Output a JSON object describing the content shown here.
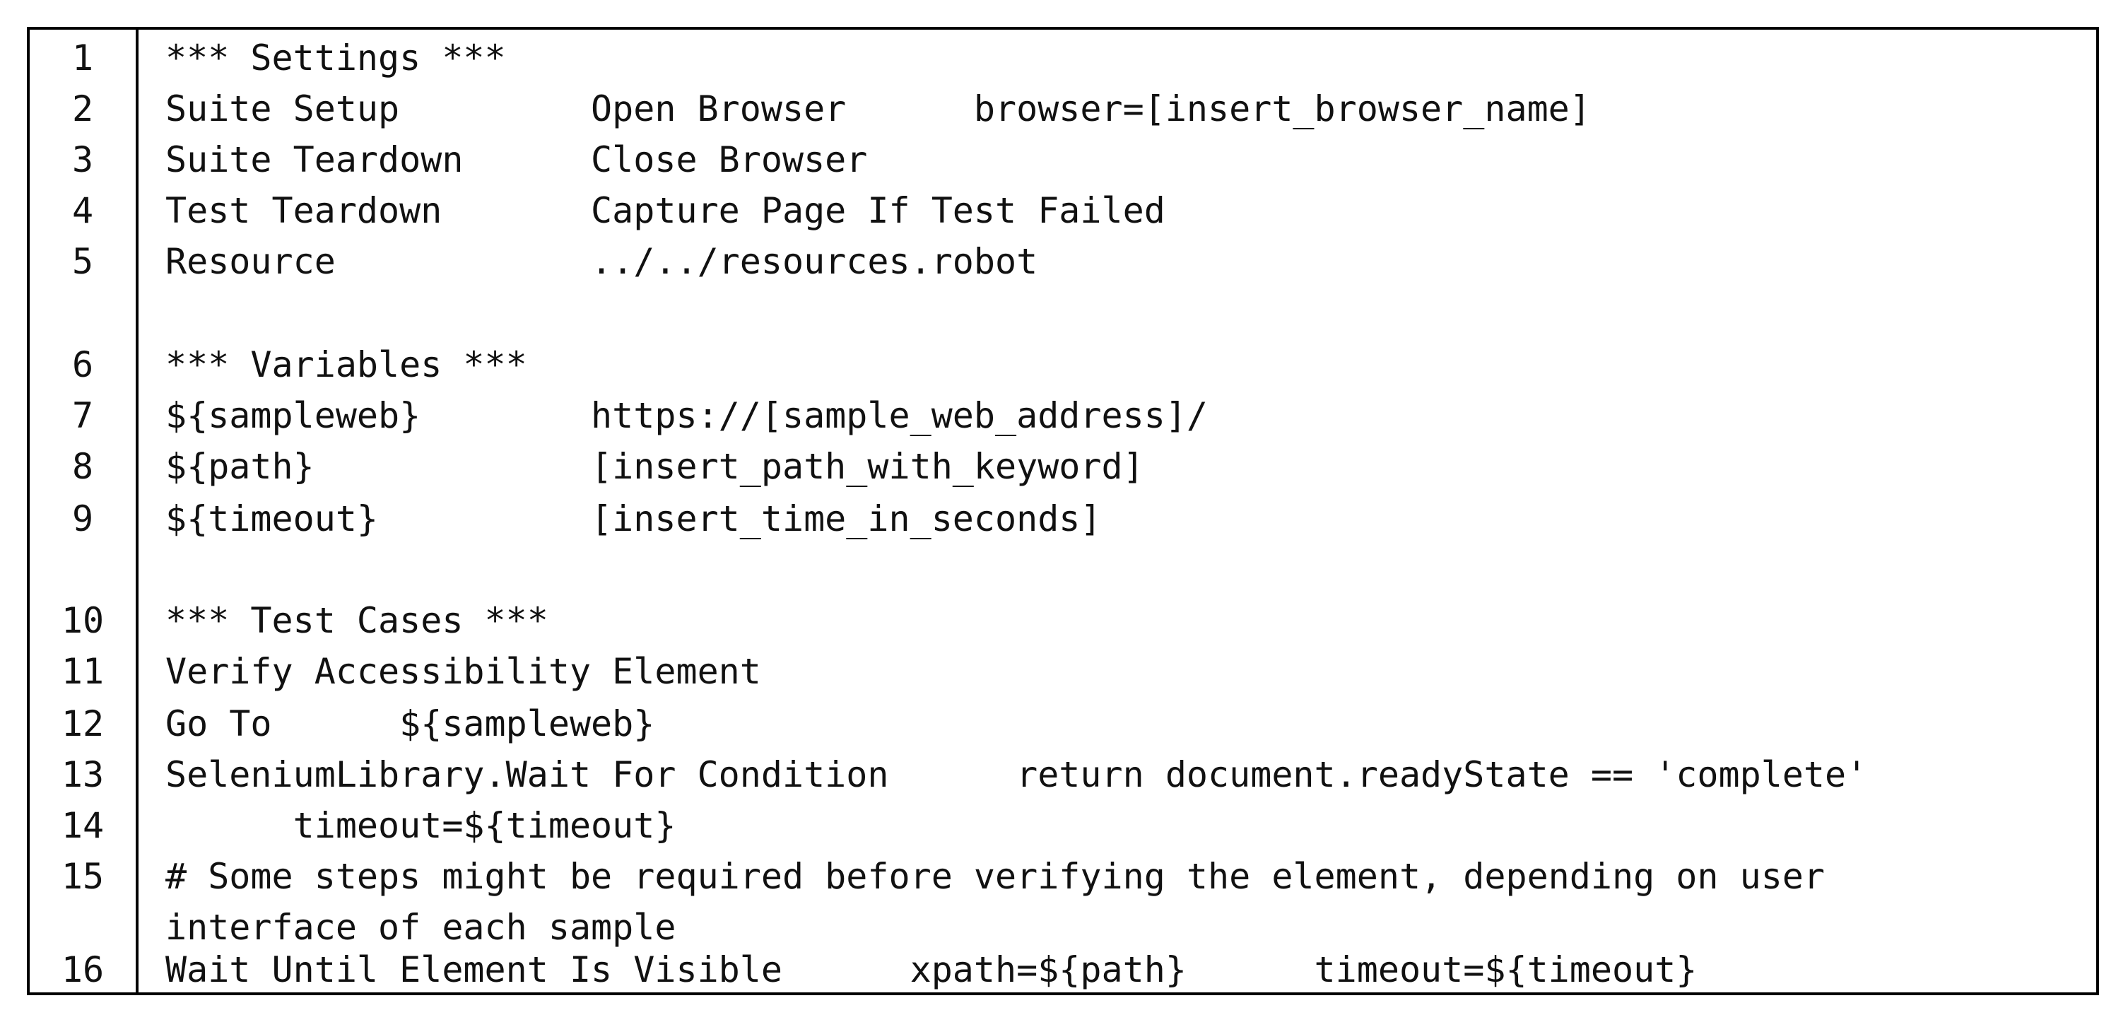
{
  "code_listing": {
    "lines": [
      {
        "number": "1",
        "text": "*** Settings ***"
      },
      {
        "number": "2",
        "text": "Suite Setup         Open Browser      browser=[insert_browser_name]"
      },
      {
        "number": "3",
        "text": "Suite Teardown      Close Browser"
      },
      {
        "number": "4",
        "text": "Test Teardown       Capture Page If Test Failed"
      },
      {
        "number": "5",
        "text": "Resource            ../../resources.robot"
      },
      {
        "number": "6",
        "text": "*** Variables ***"
      },
      {
        "number": "7",
        "text": "${sampleweb}        https://[sample_web_address]/"
      },
      {
        "number": "8",
        "text": "${path}             [insert_path_with_keyword]"
      },
      {
        "number": "9",
        "text": "${timeout}          [insert_time_in_seconds]"
      },
      {
        "number": "10",
        "text": "*** Test Cases ***"
      },
      {
        "number": "11",
        "text": "Verify Accessibility Element"
      },
      {
        "number": "12",
        "text": "Go To      ${sampleweb}"
      },
      {
        "number": "13",
        "text": "SeleniumLibrary.Wait For Condition      return document.readyState == 'complete'"
      },
      {
        "number": "14",
        "text": "      timeout=${timeout}"
      },
      {
        "number": "15",
        "text": "# Some steps might be required before verifying the element, depending on user\ninterface of each sample"
      },
      {
        "number": "16",
        "text": "Wait Until Element Is Visible      xpath=${path}      timeout=${timeout}"
      }
    ]
  }
}
